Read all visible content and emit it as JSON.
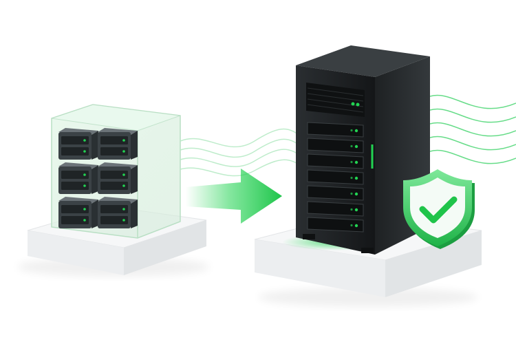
{
  "scene": {
    "background": "#ffffff",
    "accent_green": "#22d352",
    "dark_server": "#1c1f21",
    "platform": "#f1f2f3",
    "icons": [
      "stacked-servers-icon",
      "arrow-right-icon",
      "tower-server-icon",
      "shield-check-icon",
      "data-stream-lines"
    ],
    "stacked_units": {
      "columns": 2,
      "rows": 3
    },
    "tower_drive_bays": 7
  }
}
